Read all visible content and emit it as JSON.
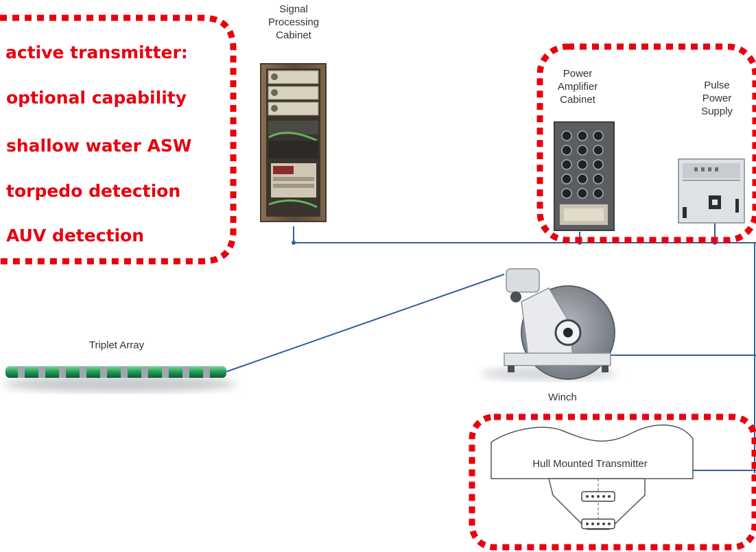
{
  "callout": {
    "heading": "active transmitter:",
    "items": [
      "optional capability",
      "shallow water ASW",
      "torpedo detection",
      "AUV detection"
    ]
  },
  "labels": {
    "signal_processing": [
      "Signal",
      "Processing",
      "Cabinet"
    ],
    "power_amplifier": [
      "Power",
      "Amplifier",
      "Cabinet"
    ],
    "pulse_power": [
      "Pulse",
      "Power",
      "Supply"
    ],
    "triplet_array": "Triplet Array",
    "winch": "Winch",
    "hull_transmitter": "Hull Mounted Transmitter"
  },
  "colors": {
    "highlight": "#e8000e",
    "connector": "#2f5f9c",
    "array_green": "#1f9a55"
  }
}
